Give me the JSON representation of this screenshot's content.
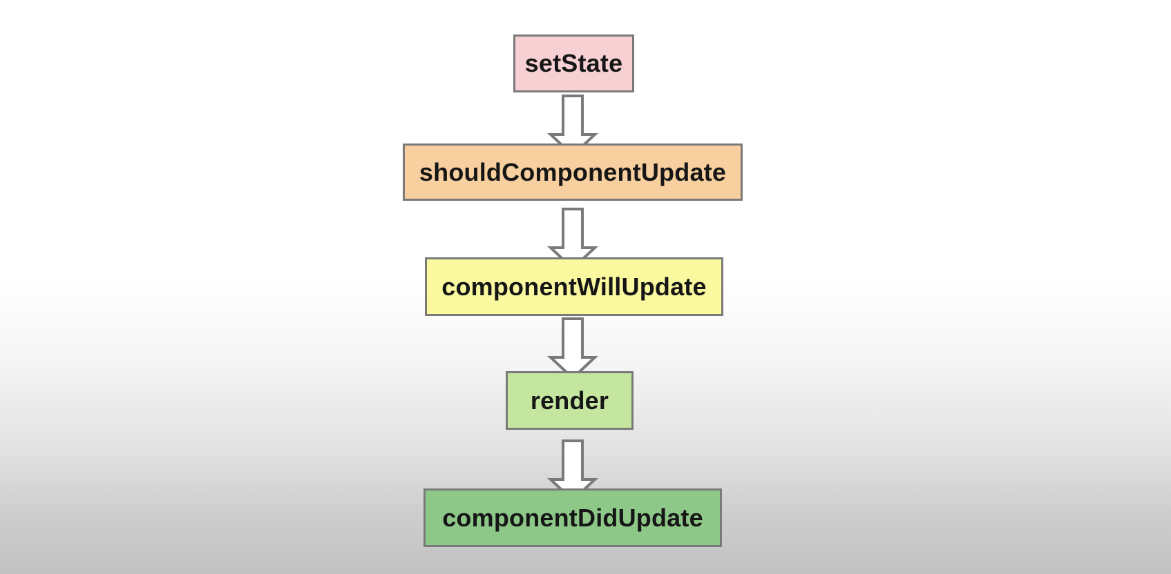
{
  "flowchart": {
    "description": "React component update lifecycle flowchart",
    "nodes": [
      {
        "id": "setState",
        "label": "setState",
        "fill": "#f6d0d2"
      },
      {
        "id": "shouldComponentUpdate",
        "label": "shouldComponentUpdate",
        "fill": "#f8cf9e"
      },
      {
        "id": "componentWillUpdate",
        "label": "componentWillUpdate",
        "fill": "#fbf99f"
      },
      {
        "id": "render",
        "label": "render",
        "fill": "#c5e69f"
      },
      {
        "id": "componentDidUpdate",
        "label": "componentDidUpdate",
        "fill": "#8ec889"
      }
    ],
    "edges": [
      {
        "from": "setState",
        "to": "shouldComponentUpdate"
      },
      {
        "from": "shouldComponentUpdate",
        "to": "componentWillUpdate"
      },
      {
        "from": "componentWillUpdate",
        "to": "render"
      },
      {
        "from": "render",
        "to": "componentDidUpdate"
      }
    ],
    "colors": {
      "node_border": "#7a7a7a",
      "arrow_fill": "#ffffff",
      "arrow_outline": "#7a7a7a",
      "text": "#161616",
      "bg_top": "#ffffff",
      "bg_bottom": "#c2c2c2"
    }
  }
}
